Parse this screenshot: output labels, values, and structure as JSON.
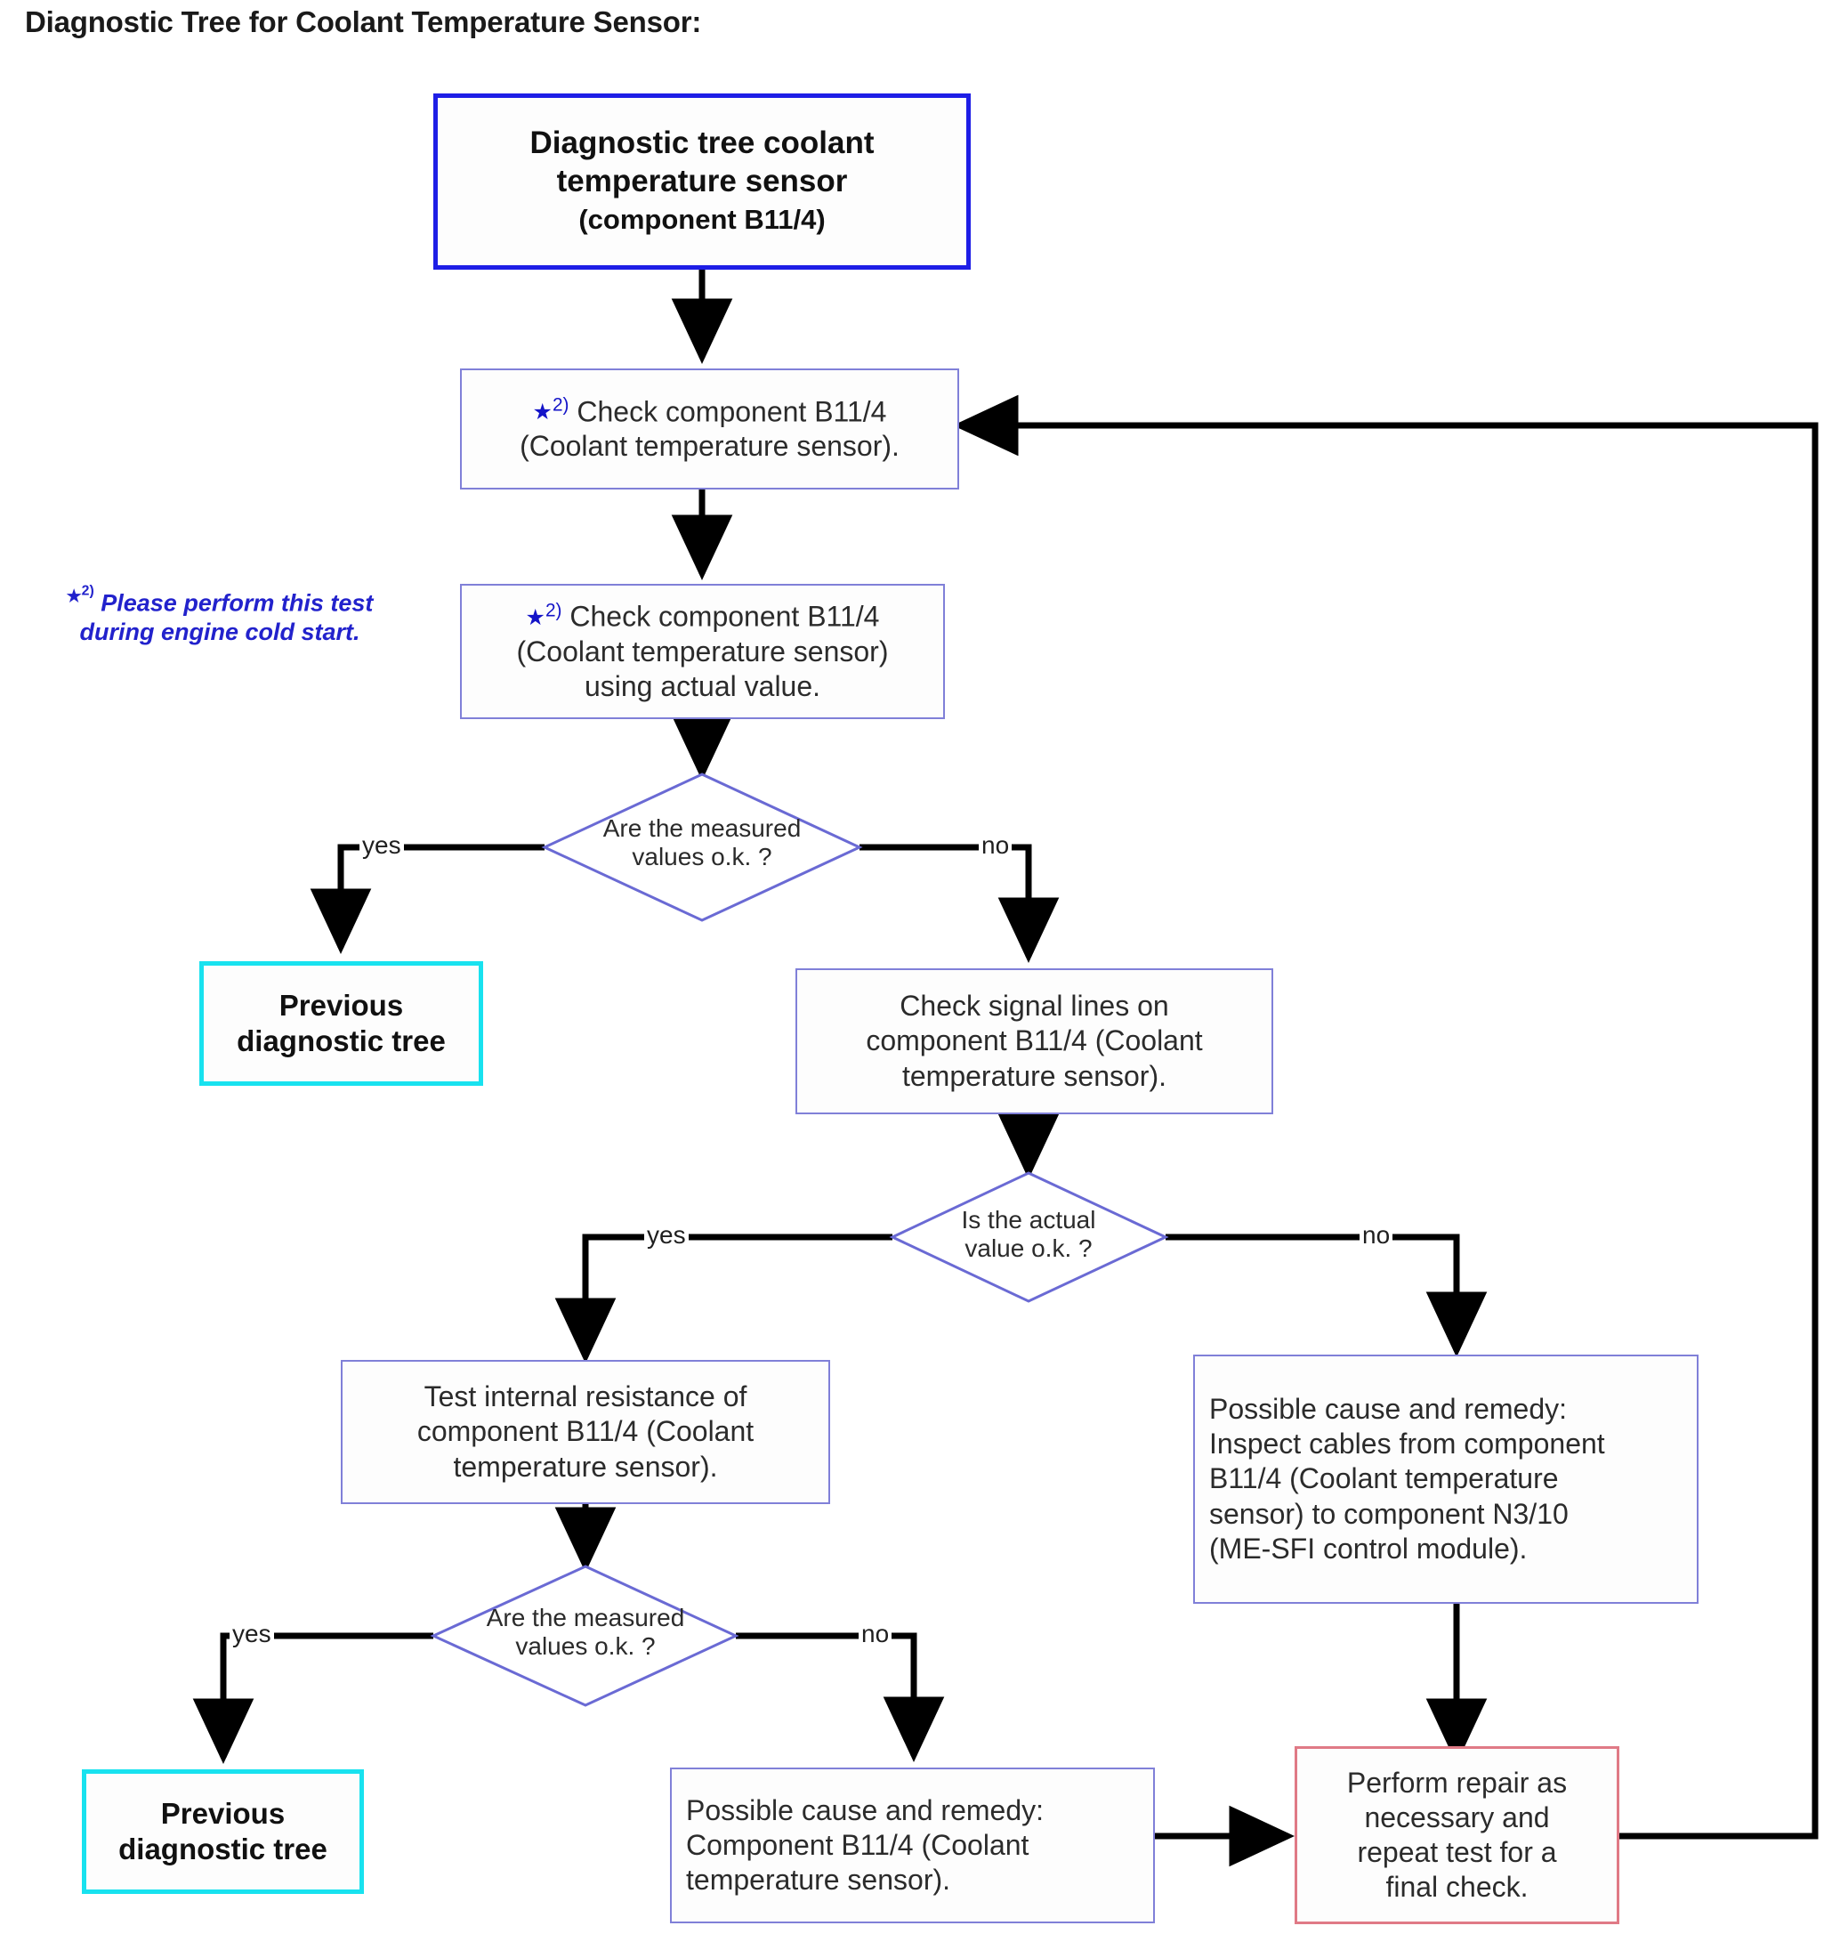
{
  "page": {
    "title": "Diagnostic Tree for Coolant Temperature Sensor:",
    "background_color": "#ffffff"
  },
  "footnote": {
    "marker": "⋆2)",
    "marker_symbol": "★",
    "marker_sup": "2)",
    "text": "Please perform this test during engine cold start.",
    "color": "#2222cc"
  },
  "colors": {
    "start_border": "#1e1ee6",
    "process_border": "#8080d8",
    "terminal_border": "#18e2ef",
    "repair_border": "#e07a86",
    "decision_border": "#6a6ad4",
    "wire": "#000000",
    "note_blue": "#1414c8"
  },
  "chart_data": {
    "type": "flowchart",
    "title": "Diagnostic Tree for Coolant Temperature Sensor:",
    "nodes": [
      {
        "id": "start",
        "shape": "start-box",
        "lines": [
          "Diagnostic tree coolant",
          "temperature sensor"
        ],
        "sub_line": "(component B11/4)",
        "border_color": "#1e1ee6"
      },
      {
        "id": "check1",
        "shape": "process",
        "footnote_marker": "⋆2)",
        "lines": [
          "Check component B11/4",
          "(Coolant temperature sensor)."
        ],
        "border_color": "#8080d8"
      },
      {
        "id": "check2",
        "shape": "process",
        "footnote_marker": "⋆2)",
        "lines": [
          "Check component B11/4",
          "(Coolant temperature sensor)",
          "using actual value."
        ],
        "border_color": "#8080d8"
      },
      {
        "id": "decision1",
        "shape": "decision",
        "lines": [
          "Are the measured",
          "values o.k. ?"
        ],
        "border_color": "#6a6ad4"
      },
      {
        "id": "prev1",
        "shape": "terminal",
        "lines": [
          "Previous",
          "diagnostic tree"
        ],
        "border_color": "#18e2ef"
      },
      {
        "id": "signal",
        "shape": "process",
        "lines": [
          "Check signal lines on",
          "component B11/4 (Coolant",
          "temperature sensor)."
        ],
        "border_color": "#8080d8"
      },
      {
        "id": "decision2",
        "shape": "decision",
        "lines": [
          "Is the actual",
          "value o.k. ?"
        ],
        "border_color": "#6a6ad4"
      },
      {
        "id": "resistance",
        "shape": "process",
        "lines": [
          "Test internal resistance of",
          "component B11/4 (Coolant",
          "temperature sensor)."
        ],
        "border_color": "#8080d8"
      },
      {
        "id": "cause_cables",
        "shape": "process",
        "lines": [
          "Possible cause and remedy:",
          "Inspect cables from component",
          "B11/4 (Coolant temperature",
          "sensor) to component N3/10",
          "(ME-SFI control module)."
        ],
        "border_color": "#8080d8"
      },
      {
        "id": "decision3",
        "shape": "decision",
        "lines": [
          "Are the measured",
          "values o.k. ?"
        ],
        "border_color": "#6a6ad4"
      },
      {
        "id": "prev2",
        "shape": "terminal",
        "lines": [
          "Previous",
          "diagnostic tree"
        ],
        "border_color": "#18e2ef"
      },
      {
        "id": "cause_sensor",
        "shape": "process",
        "lines": [
          "Possible cause and remedy:",
          "Component B11/4 (Coolant",
          "temperature sensor)."
        ],
        "border_color": "#8080d8"
      },
      {
        "id": "repair",
        "shape": "repair",
        "lines": [
          "Perform repair as",
          "necessary and",
          "repeat test for a",
          "final check."
        ],
        "border_color": "#e07a86"
      }
    ],
    "edges": [
      {
        "from": "start",
        "to": "check1",
        "label": ""
      },
      {
        "from": "check1",
        "to": "check2",
        "label": ""
      },
      {
        "from": "check2",
        "to": "decision1",
        "label": ""
      },
      {
        "from": "decision1",
        "to": "prev1",
        "label": "yes"
      },
      {
        "from": "decision1",
        "to": "signal",
        "label": "no"
      },
      {
        "from": "signal",
        "to": "decision2",
        "label": ""
      },
      {
        "from": "decision2",
        "to": "resistance",
        "label": "yes"
      },
      {
        "from": "decision2",
        "to": "cause_cables",
        "label": "no"
      },
      {
        "from": "resistance",
        "to": "decision3",
        "label": ""
      },
      {
        "from": "decision3",
        "to": "prev2",
        "label": "yes"
      },
      {
        "from": "decision3",
        "to": "cause_sensor",
        "label": "no"
      },
      {
        "from": "cause_cables",
        "to": "repair",
        "label": ""
      },
      {
        "from": "cause_sensor",
        "to": "repair",
        "label": ""
      },
      {
        "from": "repair",
        "to": "check1",
        "label": ""
      }
    ],
    "edge_labels": {
      "yes": "yes",
      "no": "no"
    }
  }
}
